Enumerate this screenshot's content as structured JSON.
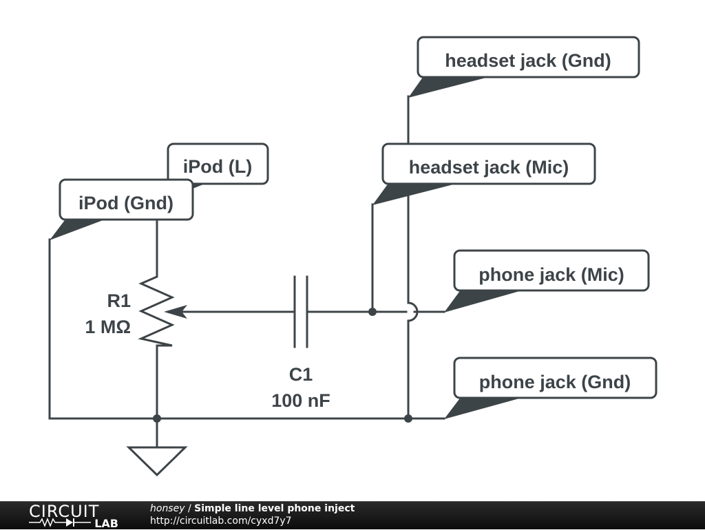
{
  "schematic": {
    "labels": {
      "ipod_l": "iPod (L)",
      "ipod_gnd": "iPod (Gnd)",
      "headset_gnd": "headset jack (Gnd)",
      "headset_mic": "headset jack (Mic)",
      "phone_mic": "phone jack (Mic)",
      "phone_gnd": "phone jack (Gnd)"
    },
    "components": {
      "r1": {
        "name": "R1",
        "value": "1 MΩ",
        "type": "potentiometer"
      },
      "c1": {
        "name": "C1",
        "value": "100 nF",
        "type": "capacitor"
      },
      "ground": {
        "type": "ground"
      }
    },
    "colors": {
      "ink": "#3d4448",
      "background": "#ffffff",
      "footer": "#111111"
    }
  },
  "footer": {
    "logo_top": "CIRCUIT",
    "logo_bottom": "LAB",
    "author": "honsey",
    "separator": " / ",
    "title": "Simple line level phone inject",
    "url": "http://circuitlab.com/cyxd7y7"
  }
}
